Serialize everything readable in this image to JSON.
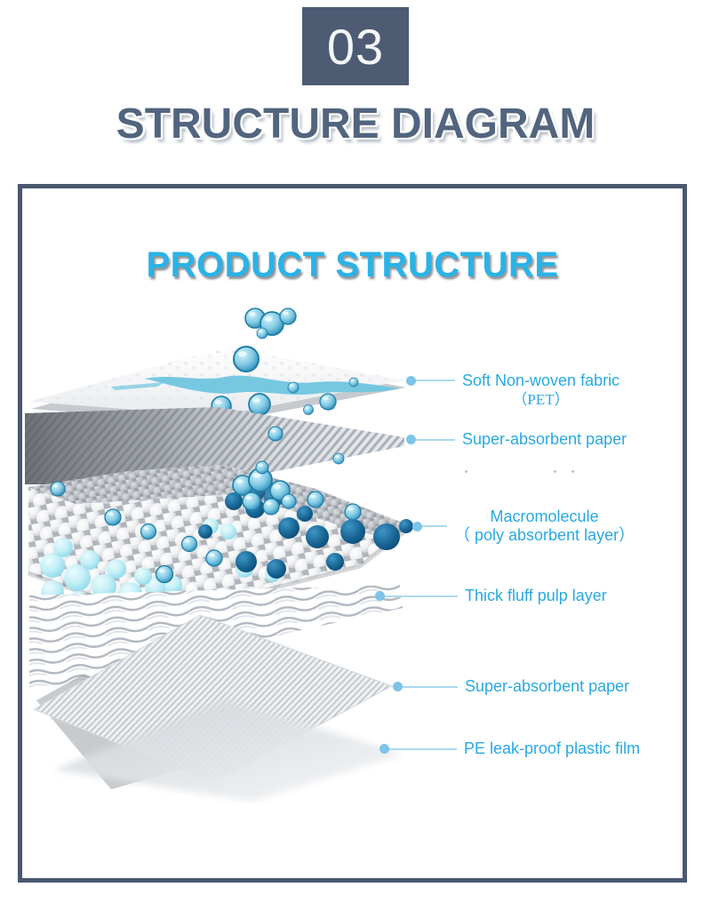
{
  "page": {
    "background": "#ffffff"
  },
  "header": {
    "section_number": "03",
    "title": "STRUCTURE DIAGRAM",
    "colors": {
      "badge_bg": "#4d5c73",
      "badge_text": "#f4f6f8",
      "title_text": "#52657f"
    }
  },
  "panel": {
    "heading": "PRODUCT STRUCTURE",
    "colors": {
      "border": "#4a5870",
      "heading_text": "#2ab3e6",
      "label_text": "#29a9e0",
      "leader_dot": "#7cc5e8",
      "leader_line": "#aadaef"
    },
    "callouts": [
      {
        "label": "Soft Non-woven fabric",
        "sub": "（PET）"
      },
      {
        "label": "Super-absorbent paper",
        "sub": ""
      },
      {
        "label": "Macromolecule",
        "sub": "（ poly absorbent layer）"
      },
      {
        "label": "Thick fluff pulp layer",
        "sub": ""
      },
      {
        "label": "Super-absorbent paper",
        "sub": ""
      },
      {
        "label": "PE leak-proof plastic film",
        "sub": ""
      }
    ]
  },
  "diagram": {
    "type": "exploded-layer-illustration",
    "layers": [
      "soft-nonwoven-fabric-with-liquid",
      "super-absorbent-paper-mesh",
      "macromolecule-poly-absorbent-beads",
      "thick-fluff-pulp-waves",
      "super-absorbent-paper-sheet",
      "pe-leakproof-plastic-film"
    ],
    "colors": {
      "water_drop": "#5bb6d8",
      "splash": "#6fc5de",
      "bead_white": "#f2f3f5",
      "bead_cyan": "#bfecf5",
      "bead_navy": "#11578c",
      "mesh_grey": "#aab1b8"
    }
  }
}
